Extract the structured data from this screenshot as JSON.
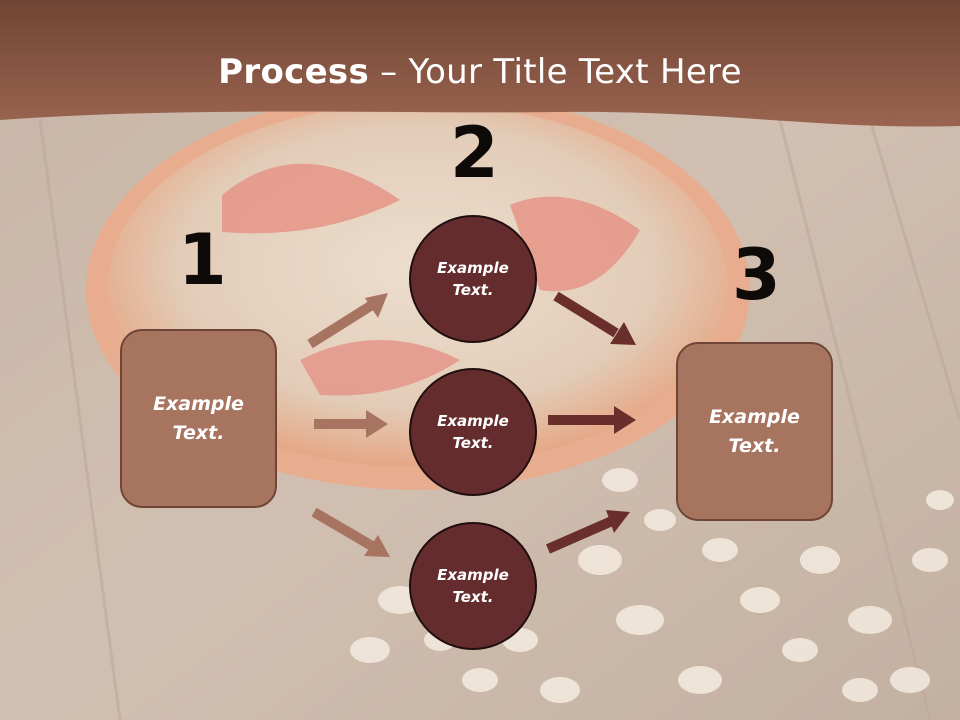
{
  "title": {
    "bold": "Process",
    "rest": " – Your Title Text Here"
  },
  "steps": [
    {
      "number": "1"
    },
    {
      "number": "2"
    },
    {
      "number": "3"
    }
  ],
  "left_box": {
    "text": "Example\nText."
  },
  "right_box": {
    "text": "Example\nText."
  },
  "circles": [
    {
      "text": "Example\nText."
    },
    {
      "text": "Example\nText."
    },
    {
      "text": "Example\nText."
    }
  ],
  "colors": {
    "banner": "#8a5643",
    "box_fill": "#a77460",
    "circle_fill": "#652c2e",
    "arrow_left": "#a87462",
    "arrow_right": "#6a2f2b"
  },
  "background_image": "oatmeal-bowl-with-strawberries"
}
